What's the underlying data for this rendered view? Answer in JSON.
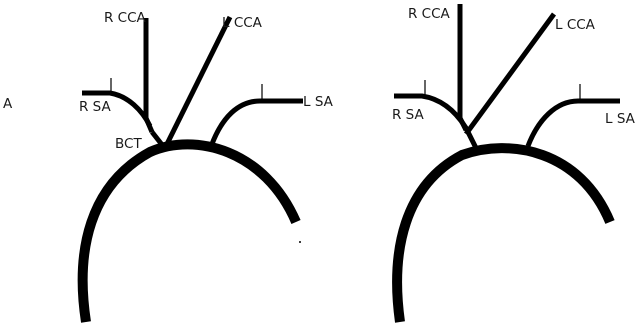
{
  "left_diagram": {
    "labels": {
      "r_cca": "R CCA",
      "l_cca": "L CCA",
      "r_sa": "R SA",
      "l_sa": "L SA",
      "bct": "BCT"
    },
    "edge_fragment": "A"
  },
  "right_diagram": {
    "labels": {
      "r_cca": "R CCA",
      "l_cca": "L CCA",
      "r_sa": "R SA",
      "l_sa": "L SA"
    }
  },
  "colors": {
    "line": "#000000",
    "background": "#ffffff"
  }
}
